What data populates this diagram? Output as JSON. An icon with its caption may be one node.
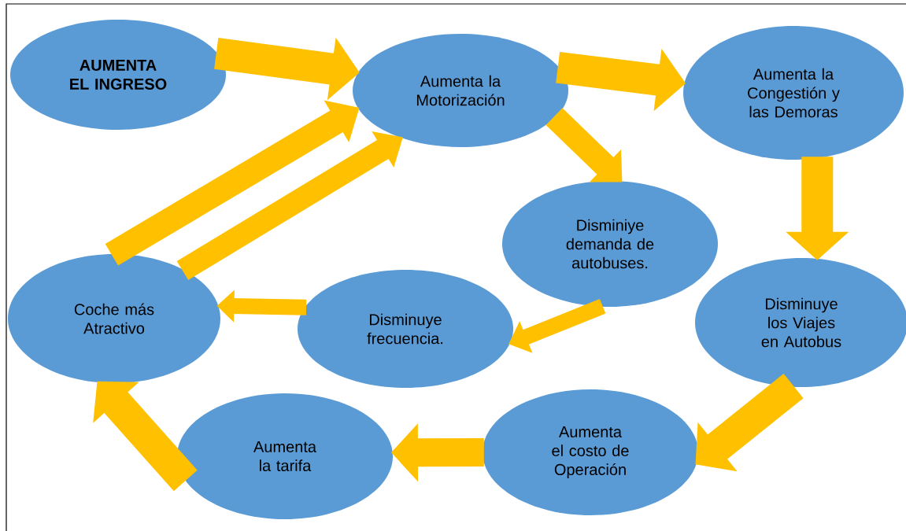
{
  "diagram": {
    "nodes": [
      {
        "text": [
          "AUMENTA EL INGRESO"
        ]
      },
      {
        "text": [
          "Aumenta la Motorización"
        ]
      },
      {
        "text": [
          "Aumenta la Congestión y las Demoras"
        ]
      },
      {
        "text": [
          "Disminiye demanda de autobuses."
        ]
      },
      {
        "text": [
          "Disminuye los Viajes en Autobus"
        ]
      },
      {
        "text": [
          "Coche más Atractivo"
        ]
      },
      {
        "text": [
          "Disminuye frecuencia."
        ]
      },
      {
        "text": [
          "Aumenta el costo de Operación"
        ]
      },
      {
        "text": [
          "Aumenta la tarifa"
        ]
      }
    ],
    "edges": [
      {
        "from": 0,
        "to": 1,
        "arrow": "to"
      },
      {
        "from": 1,
        "to": 2,
        "arrow": "to"
      },
      {
        "from": 1,
        "to": 3,
        "arrow": "to"
      },
      {
        "from": 2,
        "to": 4,
        "arrow": "to"
      },
      {
        "from": 5,
        "to": 1,
        "arrow": "to"
      },
      {
        "from": 5,
        "to": 1,
        "arrow": "to"
      },
      {
        "from": 6,
        "to": 5,
        "arrow": "to"
      },
      {
        "from": 3,
        "to": 6,
        "arrow": "to"
      },
      {
        "from": 4,
        "to": 7,
        "arrow": "to"
      },
      {
        "from": 7,
        "to": 8,
        "arrow": "to"
      },
      {
        "from": 8,
        "to": 5,
        "arrow": "to"
      }
    ]
  }
}
